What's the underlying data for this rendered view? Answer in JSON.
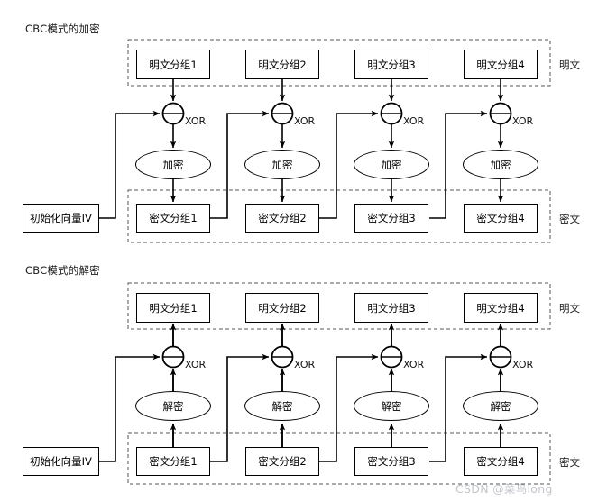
{
  "diagram": {
    "title_top": "CBC模式的加密",
    "title_bottom": "CBC模式的解密",
    "watermark": "CSDN @菜鸟long",
    "colors": {
      "stroke": "#000000",
      "background": "#ffffff",
      "dashed_group": "#555555",
      "watermark": "#c3c7cc"
    }
  },
  "labels": {
    "plaintext_group": "明文",
    "ciphertext_group": "密文",
    "xor": "XOR",
    "iv": "初始化向量IV",
    "encrypt": "加密",
    "decrypt": "解密"
  },
  "encryption": {
    "section_title": "CBC模式的加密",
    "plaintext_blocks": [
      "明文分组1",
      "明文分组2",
      "明文分组3",
      "明文分组4"
    ],
    "operations": [
      "加密",
      "加密",
      "加密",
      "加密"
    ],
    "ciphertext_blocks": [
      "密文分组1",
      "密文分组2",
      "密文分组3",
      "密文分组4"
    ],
    "xor_labels": [
      "XOR",
      "XOR",
      "XOR",
      "XOR"
    ],
    "iv_label": "初始化向量IV",
    "plaintext_group_label": "明文",
    "ciphertext_group_label": "密文"
  },
  "decryption": {
    "section_title": "CBC模式的解密",
    "plaintext_blocks": [
      "明文分组1",
      "明文分组2",
      "明文分组3",
      "明文分组4"
    ],
    "operations": [
      "解密",
      "解密",
      "解密",
      "解密"
    ],
    "ciphertext_blocks": [
      "密文分组1",
      "密文分组2",
      "密文分组3",
      "密文分组4"
    ],
    "xor_labels": [
      "XOR",
      "XOR",
      "XOR",
      "XOR"
    ],
    "iv_label": "初始化向量IV",
    "plaintext_group_label": "明文",
    "ciphertext_group_label": "密文"
  }
}
